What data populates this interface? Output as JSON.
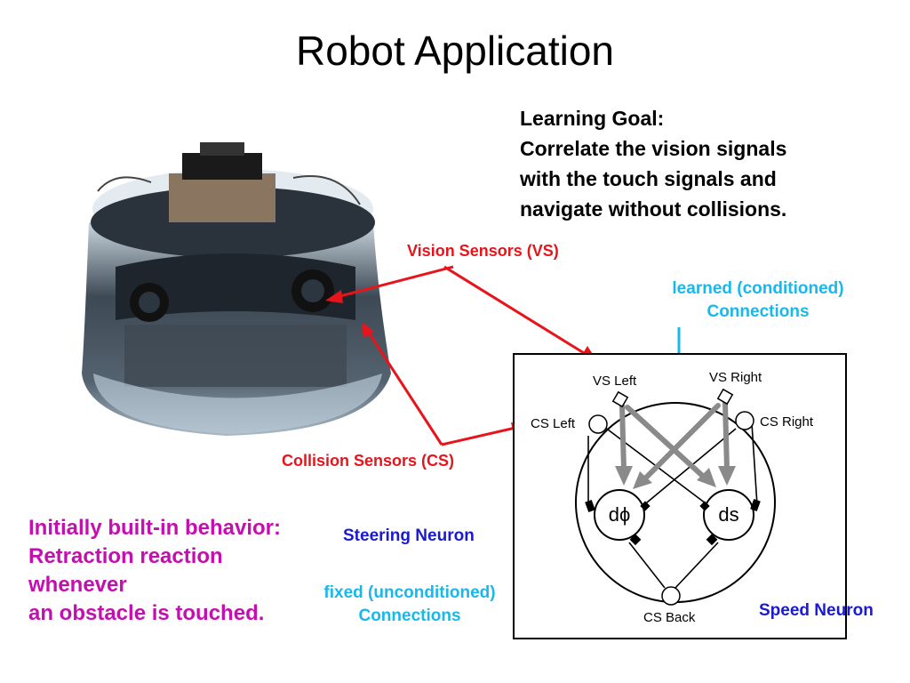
{
  "title": "Robot Application",
  "learning_goal": {
    "lines": [
      "Learning Goal:",
      "Correlate the vision signals",
      "with the touch signals and",
      "navigate without collisions."
    ]
  },
  "labels": {
    "vision_sensors": "Vision Sensors (VS)",
    "collision_sensors": "Collision Sensors (CS)",
    "learned_line1": "learned (conditioned)",
    "learned_line2": "Connections",
    "fixed_line1": "fixed (unconditioned)",
    "fixed_line2": "Connections",
    "steering_neuron": "Steering Neuron",
    "speed_neuron": "Speed Neuron"
  },
  "behavior": {
    "lines": [
      "Initially built-in  behavior:",
      "Retraction reaction",
      "whenever",
      "an obstacle is touched."
    ]
  },
  "circuit": {
    "vs_left": "VS Left",
    "vs_right": "VS Right",
    "cs_left": "CS Left",
    "cs_right": "CS Right",
    "cs_back": "CS Back",
    "steering_symbol": "dϕ",
    "speed_symbol": "ds"
  },
  "colors": {
    "red": "#e8141b",
    "cyan": "#1ab8ea",
    "blue": "#1a1ad0",
    "magenta": "#c40fb0",
    "gray_arrow": "#8a8a8a"
  }
}
